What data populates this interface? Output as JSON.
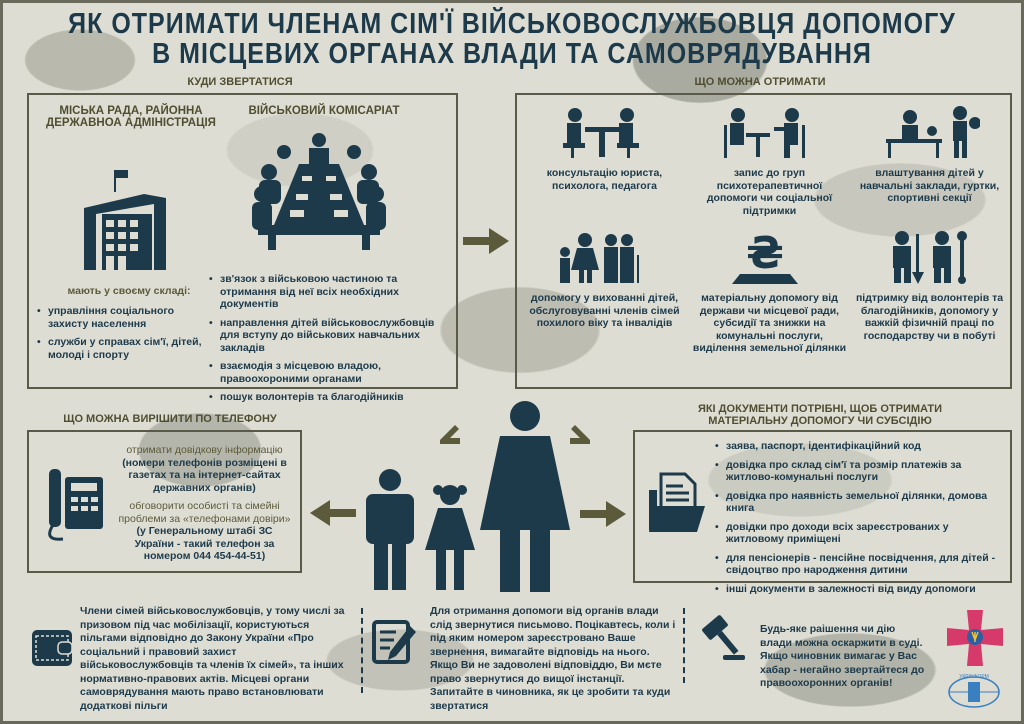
{
  "title": {
    "line1": "ЯК ОТРИМАТИ ЧЛЕНАМ СІМ'Ї ВІЙСЬКОВОСЛУЖБОВЦЯ ДОПОМОГУ",
    "line2": "В МІСЦЕВИХ ОРГАНАХ ВЛАДИ ТА САМОВРЯДУВАННЯ"
  },
  "where": {
    "heading": "КУДИ ЗВЕРТАТИСЯ",
    "council": {
      "title1": "МІСЬКА РАДА, РАЙОННА",
      "title2": "ДЕРЖАВНОА АДМІНІСТРАЦІЯ",
      "subtitle": "мають у своєму складі:",
      "items": [
        "управління соціального захисту населення",
        "служби у справах сім'ї, дітей, молоді і спорту"
      ]
    },
    "military": {
      "title": "ВІЙСЬКОВИЙ КОМІСАРІАТ",
      "items": [
        "зв'язок з військовою частиною та отримання від неї всіх необхідних документів",
        "направлення дітей військовослужбовців для вступу до військових навчальних закладів",
        "взаємодія з місцевою владою, правоохороними органами",
        "пошук волонтерів та благодійників"
      ]
    }
  },
  "get": {
    "heading": "ЩО МОЖНА ОТРИМАТИ",
    "items": [
      "консультацію юриста, психолога, педагога",
      "запис до груп психотерапевтичної допомоги чи соціальної підтримки",
      "влаштування дітей у навчальні заклади, гуртки, спортивні секції",
      "допомогу у вихованні дітей, обслуговуванні членів сімей похилого віку та інвалідів",
      "матеріальну допомогу від держави чи місцевої ради, субсидії та знижки на комунальні послуги, виділення земельної ділянки",
      "підтримку від волонтерів та благодійників, допомогу у важкій фізичній праці по господарству чи в побуті"
    ]
  },
  "phone": {
    "heading": "ЩО МОЖНА ВИРІШИТИ ПО ТЕЛЕФОНУ",
    "p1a": "отримати довідкову інформацію",
    "p1b": "(номери телефонів розміщені в газетах та на інтернет-сайтах державних органів)",
    "p2a": "обговорити особисті та сімейні проблеми за «телефонами довіри»",
    "p2b": "(у Генеральному штабі ЗС України - такий телефон за номером 044 454-44-51)"
  },
  "docs": {
    "heading1": "ЯКІ ДОКУМЕНТИ ПОТРІБНІ, ЩОБ ОТРИМАТИ",
    "heading2": "МАТЕРІАЛЬНУ ДОПОМОГУ ЧИ СУБСІДІЮ",
    "items": [
      "заява, паспорт, ідентифікаційний код",
      "довідка про склад сім'ї та розмір платежів за житлово-комунальні послуги",
      "довідка про наявність земельної ділянки, домова книга",
      "довідки про доходи всіх зареєстрованих у житловому приміщені",
      "для пенсіонерів - пенсійне посвідчення, для дітей - свідоцтво про народження дитини",
      "інші документи в залежності від виду допомоги"
    ]
  },
  "bottom": {
    "benefits": "Члени сімей військовослужбовців, у тому числі за призовом під час мобілізації, користуються пільгами відповідно до Закону України «Про соціальний і правовий захист військовослужбовців та членів їх сімей», та інших нормативно-правових актів. Місцеві органи самоврядування мають право встановлювати додаткові пільги",
    "written": "Для отримання допомоги від органів влади слід звернутися письмово. Поцікавтесь, коли і під яким номером зареєстровано Ваше звернення, вимагайте відповідь на нього. Якщо Ви не задоволені відповіддю, Ви мєте право звернутися до вищої інстанції. Запитайте в чиновника, як це зробити та куди звертатися",
    "court": "Будь-яке раішення чи дію влади можна оскаржити в суді. Якщо чиновник вимагає у Вас хабар - негайно звертайтеся до правоохоронних органів!",
    "logo": "УКРІНФОРМ"
  },
  "colors": {
    "navy": "#1d3a4a",
    "olive": "#5b5a3a",
    "emblem": "#d63a6a"
  }
}
